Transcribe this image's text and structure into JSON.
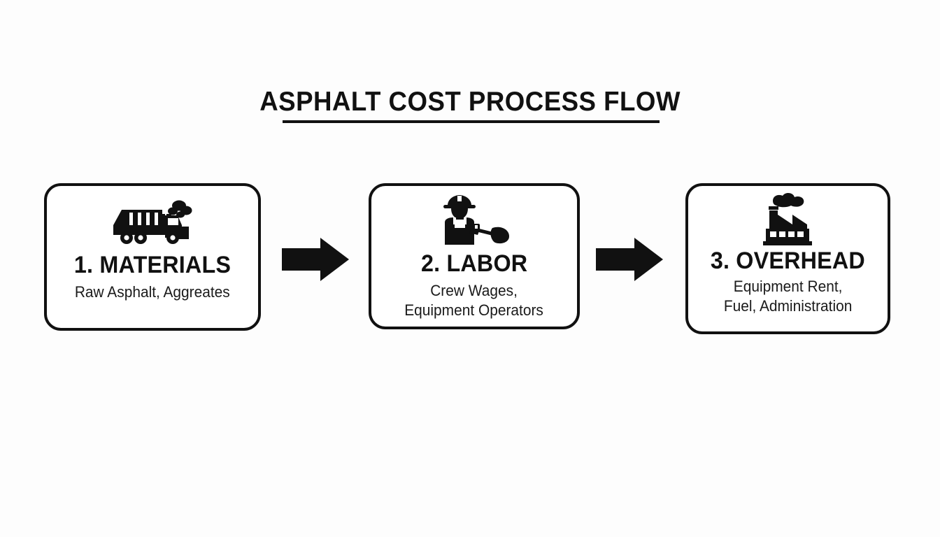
{
  "diagram": {
    "title": "ASPHALT COST PROCESS FLOW",
    "background_color": "#fdfdfd",
    "ink_color": "#111111",
    "steps": [
      {
        "id": "materials",
        "number": "1.",
        "title": "1. MATERIALS",
        "subtitle": "Raw Asphalt, Aggreates",
        "icon": "dump-truck-icon"
      },
      {
        "id": "labor",
        "number": "2.",
        "title": "2. LABOR",
        "subtitle": "Crew Wages,\nEquipment Operators",
        "icon": "construction-worker-shovel-icon"
      },
      {
        "id": "overhead",
        "number": "3.",
        "title": "3. OVERHEAD",
        "subtitle": "Equipment Rent,\nFuel, Administration",
        "icon": "factory-icon"
      }
    ],
    "connectors": [
      {
        "id": "arrow-1",
        "from": "materials",
        "to": "labor",
        "icon": "right-arrow-icon"
      },
      {
        "id": "arrow-2",
        "from": "labor",
        "to": "overhead",
        "icon": "right-arrow-icon"
      }
    ]
  }
}
